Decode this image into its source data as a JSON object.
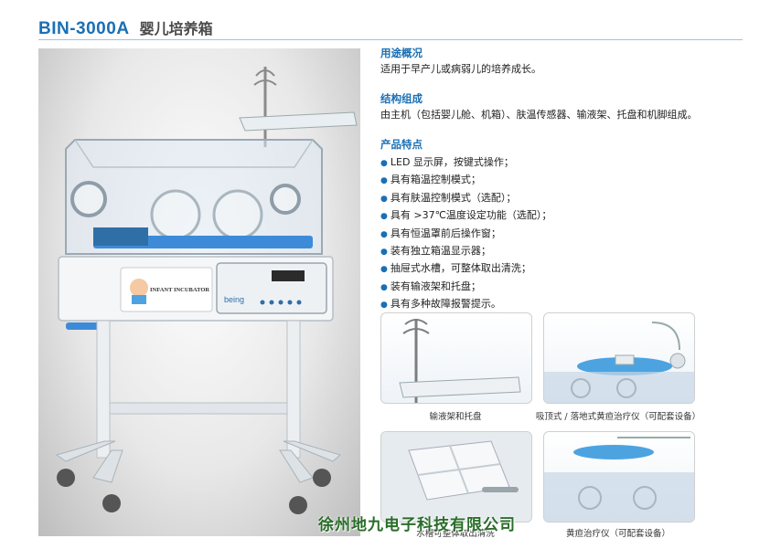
{
  "header": {
    "model": "BIN-3000A",
    "name": "婴儿培养箱"
  },
  "photo": {
    "panel_label": "INFANT INCUBATOR",
    "brand": "being"
  },
  "sections": {
    "usage": {
      "title": "用途概况",
      "body": "适用于早产儿或病弱儿的培养成长。"
    },
    "structure": {
      "title": "结构组成",
      "body": "由主机（包括婴儿舱、机箱）、肤温传感器、输液架、托盘和机脚组成。"
    },
    "features": {
      "title": "产品特点",
      "items": [
        "LED 显示屏，按键式操作；",
        "具有箱温控制模式；",
        "具有肤温控制模式（选配）；",
        "具有 >37℃温度设定功能（选配）；",
        "具有恒温罩前后操作窗；",
        "装有独立箱温显示器；",
        "抽屉式水槽，可整体取出清洗；",
        "装有输液架和托盘；",
        "具有多种故障报警提示。"
      ]
    }
  },
  "thumbnails": [
    {
      "caption": "输液架和托盘"
    },
    {
      "caption": "吸顶式 / 落地式黄疸治疗仪（可配套设备）"
    },
    {
      "caption": "水槽可整体取出清洗"
    },
    {
      "caption": "黄疸治疗仪（可配套设备）"
    }
  ],
  "company": "徐州地九电子科技有限公司",
  "colors": {
    "accent_blue": "#1a6fb5",
    "watermark_green": "#2a6d2a"
  }
}
